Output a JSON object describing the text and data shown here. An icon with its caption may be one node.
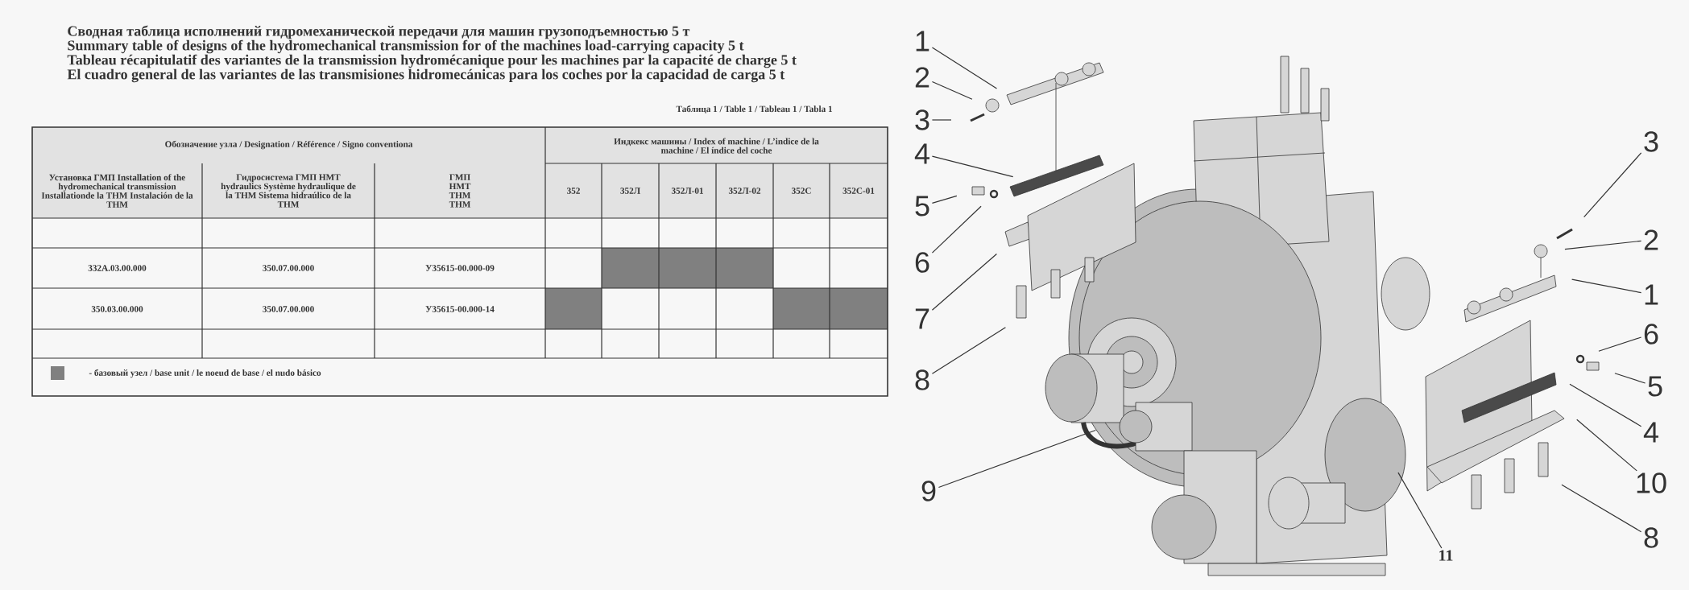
{
  "diagram": {
    "nodes": [
      {
        "text": [
          "1"
        ]
      },
      {
        "text": [
          "2"
        ]
      },
      {
        "text": [
          "3"
        ]
      },
      {
        "text": [
          "4"
        ]
      },
      {
        "text": [
          "5"
        ]
      },
      {
        "text": [
          "6"
        ]
      },
      {
        "text": [
          "7"
        ]
      },
      {
        "text": [
          "8"
        ]
      },
      {
        "text": [
          "9"
        ]
      },
      {
        "text": [
          "3"
        ]
      },
      {
        "text": [
          "2"
        ]
      },
      {
        "text": [
          "1"
        ]
      },
      {
        "text": [
          "6"
        ]
      },
      {
        "text": [
          "5"
        ]
      },
      {
        "text": [
          "4"
        ]
      },
      {
        "text": [
          "10"
        ]
      },
      {
        "text": [
          "8"
        ]
      },
      {
        "text": [
          "11"
        ]
      }
    ],
    "edges": [
      {
        "from": 0,
        "to": null,
        "arrow": "none"
      },
      {
        "from": 1,
        "to": null,
        "arrow": "none"
      },
      {
        "from": 2,
        "to": null,
        "arrow": "none"
      },
      {
        "from": 3,
        "to": null,
        "arrow": "none"
      },
      {
        "from": 4,
        "to": null,
        "arrow": "none"
      },
      {
        "from": 5,
        "to": null,
        "arrow": "none"
      },
      {
        "from": 6,
        "to": null,
        "arrow": "none"
      },
      {
        "from": 7,
        "to": null,
        "arrow": "none"
      },
      {
        "from": 8,
        "to": null,
        "arrow": "none"
      },
      {
        "from": 9,
        "to": null,
        "arrow": "none"
      },
      {
        "from": 10,
        "to": null,
        "arrow": "none"
      },
      {
        "from": 11,
        "to": null,
        "arrow": "none"
      },
      {
        "from": 12,
        "to": null,
        "arrow": "none"
      },
      {
        "from": 13,
        "to": null,
        "arrow": "none"
      },
      {
        "from": 14,
        "to": null,
        "arrow": "none"
      },
      {
        "from": 15,
        "to": null,
        "arrow": "none"
      },
      {
        "from": 16,
        "to": null,
        "arrow": "none"
      },
      {
        "from": 17,
        "to": null,
        "arrow": "none"
      }
    ],
    "labels": [
      "Сводная таблица исполнений гидромеханической передачи для машин грузоподъемностью 5 т",
      "Summary table of designs of the hydromechanical transmission for of the machines load-carrying capacity 5 t",
      "Tableau récapitulatif des variantes de la transmission hydromécanique pour les machines par la capacité de charge 5 t",
      "El cuadro general de las variantes de las transmisiones hidromecánicas para los coches por la capacidad de carga 5 t",
      "Таблица 1 / Table 1 / Tableau 1 / Tabla 1",
      "Обозначение узла  / Designation / Référence / Signo conventiona",
      "Индкекс машины / Index of machine / L’indice de la machine / El índice del coche",
      "Установка ГМП Installation of the hydromechanical transmission Installationde la THM Instalación de la THM",
      "Гидросистема ГМП HMT hydraulics Système hydraulique de la THM Sistema hidraúlico de la THM",
      "ГМП HMT THM THM",
      "352",
      "352Л",
      "352Л-01",
      "352Л-02",
      "352С",
      "352С-01",
      "332А.03.00.000",
      "350.07.00.000",
      "У35615-00.000-09",
      "350.03.00.000",
      "350.07.00.000",
      "У35615-00.000-14"
    ],
    "legend": [
      {
        "text": "- базовый узел / base unit / le noeud de base / el nudo básico",
        "color": "#808080"
      }
    ]
  }
}
